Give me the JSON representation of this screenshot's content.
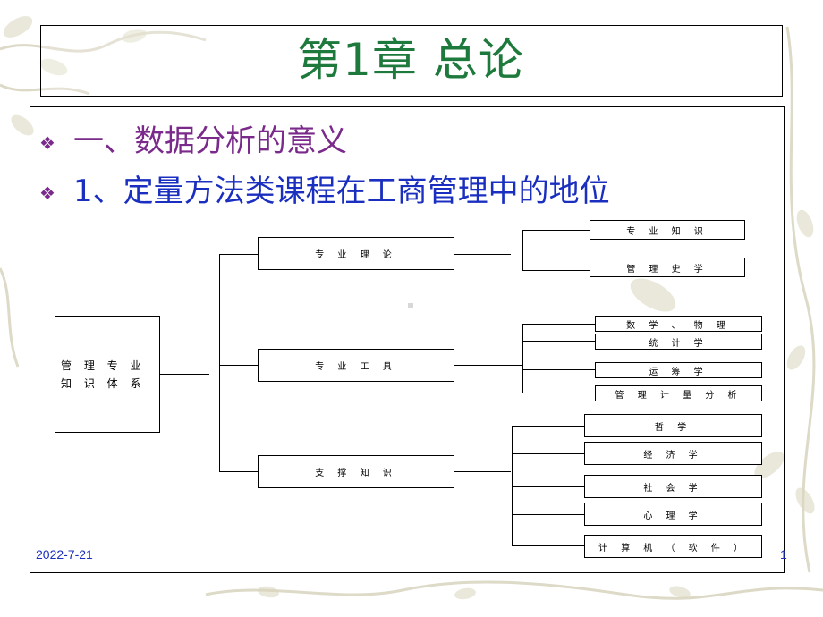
{
  "slide": {
    "title": "第1章  总论",
    "bullets": [
      {
        "marker": "❖",
        "text": "一、数据分析的意义"
      },
      {
        "marker": "❖",
        "text": "1、定量方法类课程在工商管理中的地位"
      }
    ],
    "date": "2022-7-21",
    "page_number": "1"
  },
  "diagram": {
    "root": {
      "line1": "管 理 专 业",
      "line2": "知 识 体 系"
    },
    "branches": [
      {
        "label": "专 业 理 论",
        "children": [
          "专 业 知 识",
          "管 理 史 学"
        ]
      },
      {
        "label": "专 业 工 具",
        "children": [
          "数 学 、 物 理",
          "统 计 学",
          "运 筹 学",
          "管 理 计 量 分 析"
        ]
      },
      {
        "label": "支 撑 知 识",
        "children": [
          "哲 学",
          "经 济 学",
          "社 会 学",
          "心 理 学",
          "计 算 机 （ 软 件 ）"
        ]
      }
    ]
  },
  "colors": {
    "title": "#1e7a3c",
    "bullet1": "#7a2a8a",
    "bullet2": "#1a2fbf",
    "footer": "#1a2fbf",
    "vine": "#c9c4a0"
  }
}
